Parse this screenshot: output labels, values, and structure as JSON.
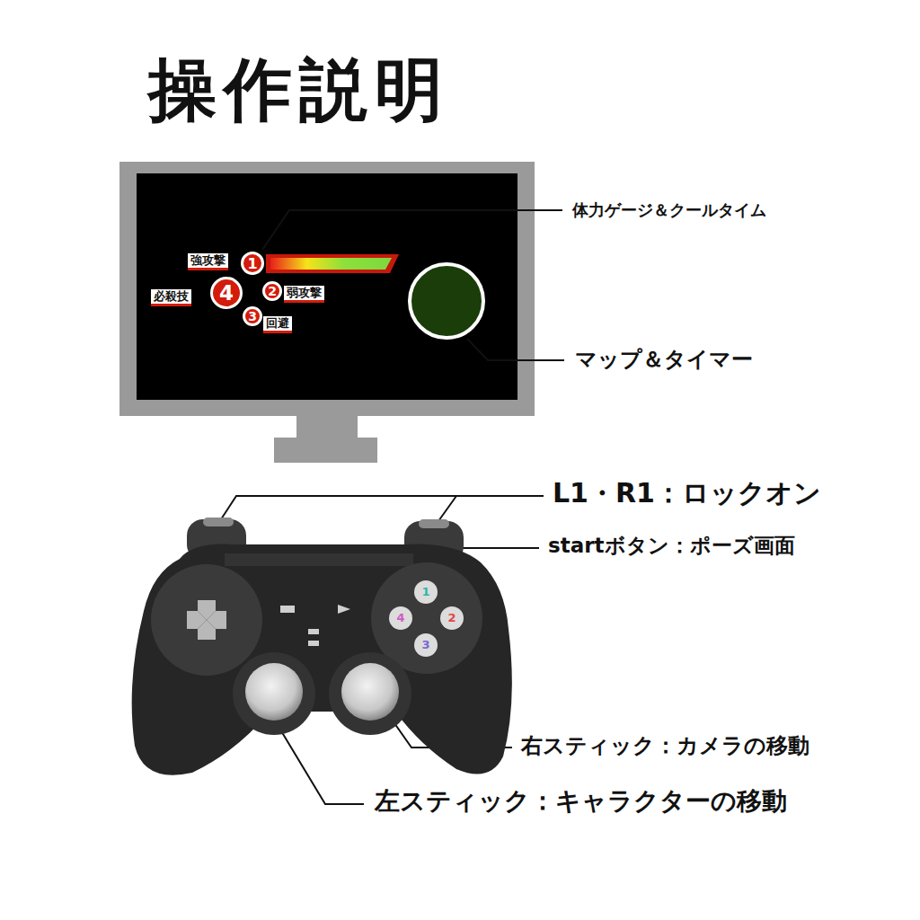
{
  "diagram": {
    "title": "操作説明",
    "nodes": [
      {
        "text": [
          "強攻撃"
        ]
      },
      {
        "text": [
          "1"
        ]
      },
      {
        "text": [
          "必殺技"
        ]
      },
      {
        "text": [
          "4"
        ]
      },
      {
        "text": [
          "2"
        ]
      },
      {
        "text": [
          "弱攻撃"
        ]
      },
      {
        "text": [
          "3"
        ]
      },
      {
        "text": [
          "回避"
        ]
      }
    ],
    "labels": [
      "体力ゲージ＆クールタイム",
      "マップ＆タイマー",
      "L1・R1：ロックオン",
      "startボタン：ポーズ画面",
      "1",
      "2",
      "3",
      "4",
      "右スティック：カメラの移動",
      "左スティック：キャラクターの移動"
    ]
  }
}
